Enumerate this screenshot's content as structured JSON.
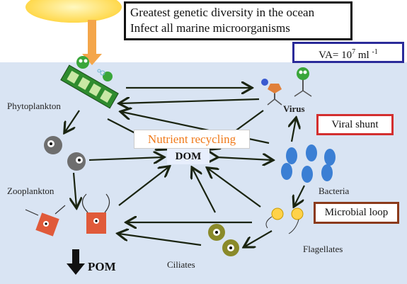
{
  "title_lines": [
    "Greatest genetic diversity in the ocean",
    "Infect all marine microorganisms"
  ],
  "va": {
    "prefix": "VA= 10",
    "exponent": "7",
    "unit": " ml ",
    "unit_exponent": "-1"
  },
  "boxes": {
    "viral_shunt": "Viral shunt",
    "microbial_loop": "Microbial  loop",
    "nutrient_recycling": "Nutrient recycling"
  },
  "labels": {
    "phytoplankton": "Phytoplankton",
    "zooplankton": "Zooplankton",
    "virus": "Virus",
    "bacteria": "Bacteria",
    "flagellates": "Flagellates",
    "ciliates": "Ciliates",
    "dom": "DOM",
    "pom": "POM"
  },
  "colors": {
    "ocean": "#d9e4f3",
    "sky": "#ffffff",
    "sun": "#ffd84a",
    "arrow": "#1a2410",
    "nutrient_text": "#f07a1a",
    "viral_shunt_border": "#d32f2f",
    "microbial_loop_border": "#8b3a1a",
    "va_border": "#2b2b9a",
    "bacteria": "#3b7fd4",
    "zooplankton": "#e05a3a",
    "ciliates": "#8a8a2a",
    "phytoplankton": "#2e8b2e"
  }
}
